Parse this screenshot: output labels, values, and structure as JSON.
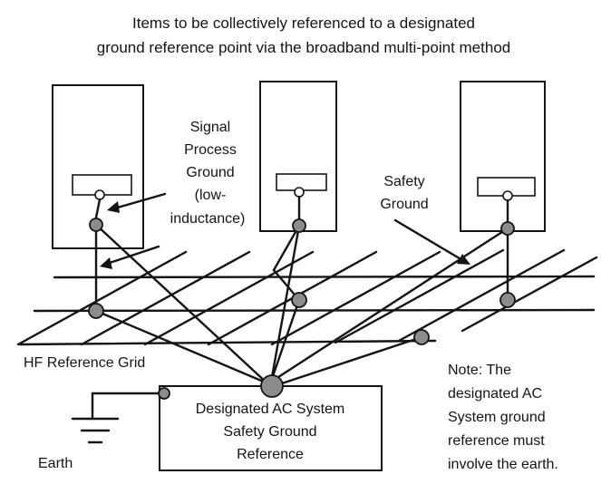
{
  "title": {
    "line1": "Items to be collectively referenced to a designated",
    "line2": "ground reference point via the broadband multi-point method"
  },
  "labels": {
    "signal_process_ground": [
      "Signal",
      "Process",
      "Ground",
      "(low-",
      "inductance)"
    ],
    "safety_ground": [
      "Safety",
      "Ground"
    ],
    "hf_reference_grid": "HF Reference Grid",
    "designated_ac_box": [
      "Designated AC System",
      "Safety Ground",
      "Reference"
    ],
    "earth": "Earth",
    "note": [
      "Note: The",
      "designated AC",
      "System ground",
      "reference must",
      "involve the earth."
    ]
  },
  "icons": {
    "grounding_point": "hatched-circle",
    "earth_symbol": "ground-symbol"
  },
  "colors": {
    "ink": "#141414",
    "background": "#ffffff",
    "node_fill": "#8c8c8c"
  }
}
